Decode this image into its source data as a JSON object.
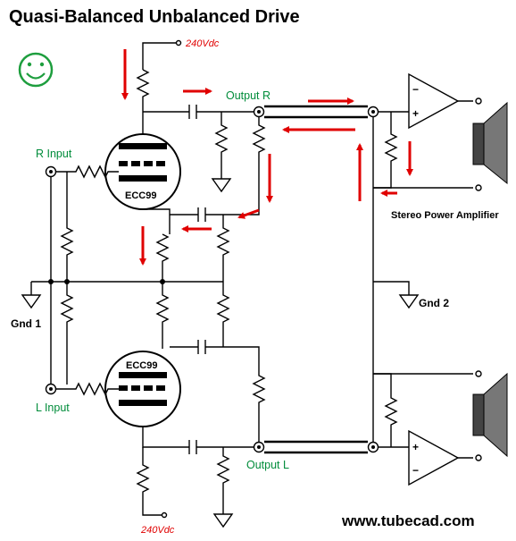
{
  "title": "Quasi-Balanced Unbalanced Drive",
  "labels": {
    "supply_top": "240Vdc",
    "supply_bottom": "240Vdc",
    "output_r": "Output R",
    "output_l": "Output L",
    "r_input": "R Input",
    "l_input": "L Input",
    "gnd1": "Gnd 1",
    "gnd2": "Gnd 2",
    "amplifier": "Stereo Power Amplifier",
    "tube_top": "ECC99",
    "tube_bottom": "ECC99",
    "website": "www.tubecad.com"
  },
  "opamp_signs": {
    "minus": "−",
    "plus": "+"
  },
  "colors": {
    "wire": "#000000",
    "arrow": "#E00000",
    "label_green": "#008C3A",
    "smiley": "#1E9E3E",
    "supply_label": "#E00000"
  },
  "icons": [
    "smiley-icon",
    "resistor-icon",
    "capacitor-icon",
    "triode-icon",
    "ground-icon",
    "jack-icon",
    "opamp-icon",
    "speaker-icon"
  ]
}
